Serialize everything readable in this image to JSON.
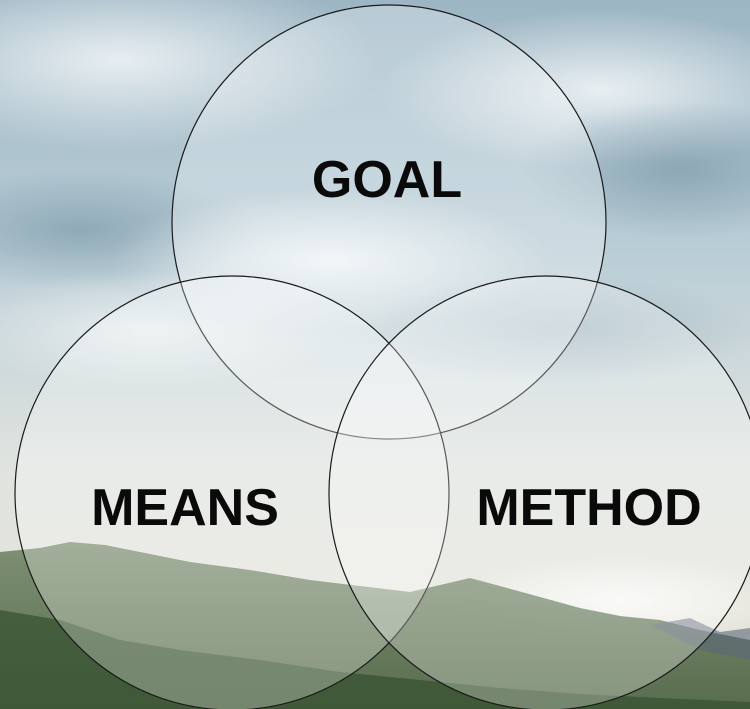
{
  "diagram": {
    "type": "venn",
    "circles": [
      {
        "id": "goal",
        "label": "GOAL"
      },
      {
        "id": "means",
        "label": "MEANS"
      },
      {
        "id": "method",
        "label": "METHOD"
      }
    ]
  }
}
